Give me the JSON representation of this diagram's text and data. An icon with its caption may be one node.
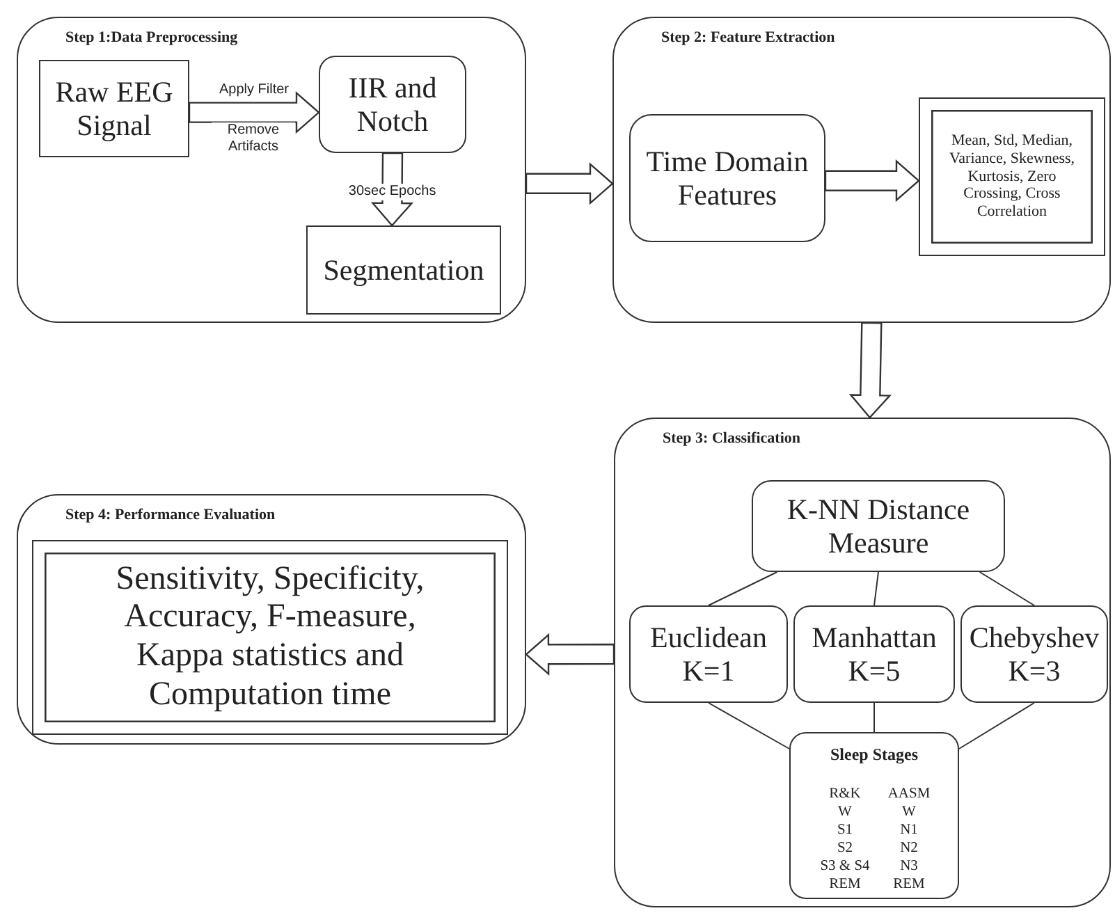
{
  "diagram": {
    "nodes": [
      {
        "text": [
          "Step 1:Data Preprocessing"
        ]
      },
      {
        "text": [
          "Raw EEG Signal"
        ],
        "in": 0
      },
      {
        "text": [
          "IIR and Notch"
        ],
        "in": 0
      },
      {
        "text": [
          "Segmentation"
        ],
        "in": 0
      },
      {
        "text": [
          "Step 2: Feature Extraction"
        ]
      },
      {
        "text": [
          "Time Domain Features"
        ],
        "in": 4
      },
      {
        "text": [
          "Mean, Std, Median, Variance, Skewness, Kurtosis, Zero Crossing, Cross Correlation"
        ],
        "in": 4
      },
      {
        "text": [
          "Step 3: Classification"
        ]
      },
      {
        "text": [
          "K-NN Distance Measure"
        ],
        "in": 7
      },
      {
        "text": [
          "Euclidean K=1"
        ],
        "in": 7
      },
      {
        "text": [
          "Manhattan K=5"
        ],
        "in": 7
      },
      {
        "text": [
          "Chebyshev K=3"
        ],
        "in": 7
      },
      {
        "text": [
          "Sleep Stages",
          "R&K",
          "AASM",
          "W",
          "W",
          "S1",
          "N1",
          "S2",
          "N2",
          "S3 & S4",
          "N3",
          "REM",
          "REM"
        ],
        "in": 7
      },
      {
        "text": [
          "Step 4: Performance Evaluation"
        ]
      },
      {
        "text": [
          "Sensitivity, Specificity, Accuracy, F-measure, Kappa statistics and Computation time"
        ],
        "in": 13
      }
    ],
    "edges": [
      {
        "from": 1,
        "to": 2,
        "arrow": "to",
        "label": "Apply Filter",
        "style": "thick"
      },
      {
        "from": 2,
        "to": 3,
        "arrow": "to",
        "label": "30sec Epochs",
        "style": "thick"
      },
      {
        "from": 0,
        "to": 4,
        "arrow": "to",
        "style": "thick"
      },
      {
        "from": 5,
        "to": 6,
        "arrow": "to",
        "style": "thick"
      },
      {
        "from": 4,
        "to": 7,
        "arrow": "to",
        "style": "thick"
      },
      {
        "from": 7,
        "to": 13,
        "arrow": "to",
        "style": "thick"
      },
      {
        "from": 8,
        "to": 9,
        "arrow": "none"
      },
      {
        "from": 8,
        "to": 10,
        "arrow": "none"
      },
      {
        "from": 8,
        "to": 11,
        "arrow": "none"
      },
      {
        "from": 9,
        "to": 12,
        "arrow": "none"
      },
      {
        "from": 10,
        "to": 12,
        "arrow": "none"
      },
      {
        "from": 11,
        "to": 12,
        "arrow": "none"
      }
    ],
    "labels": [
      "Remove Artifacts"
    ]
  }
}
